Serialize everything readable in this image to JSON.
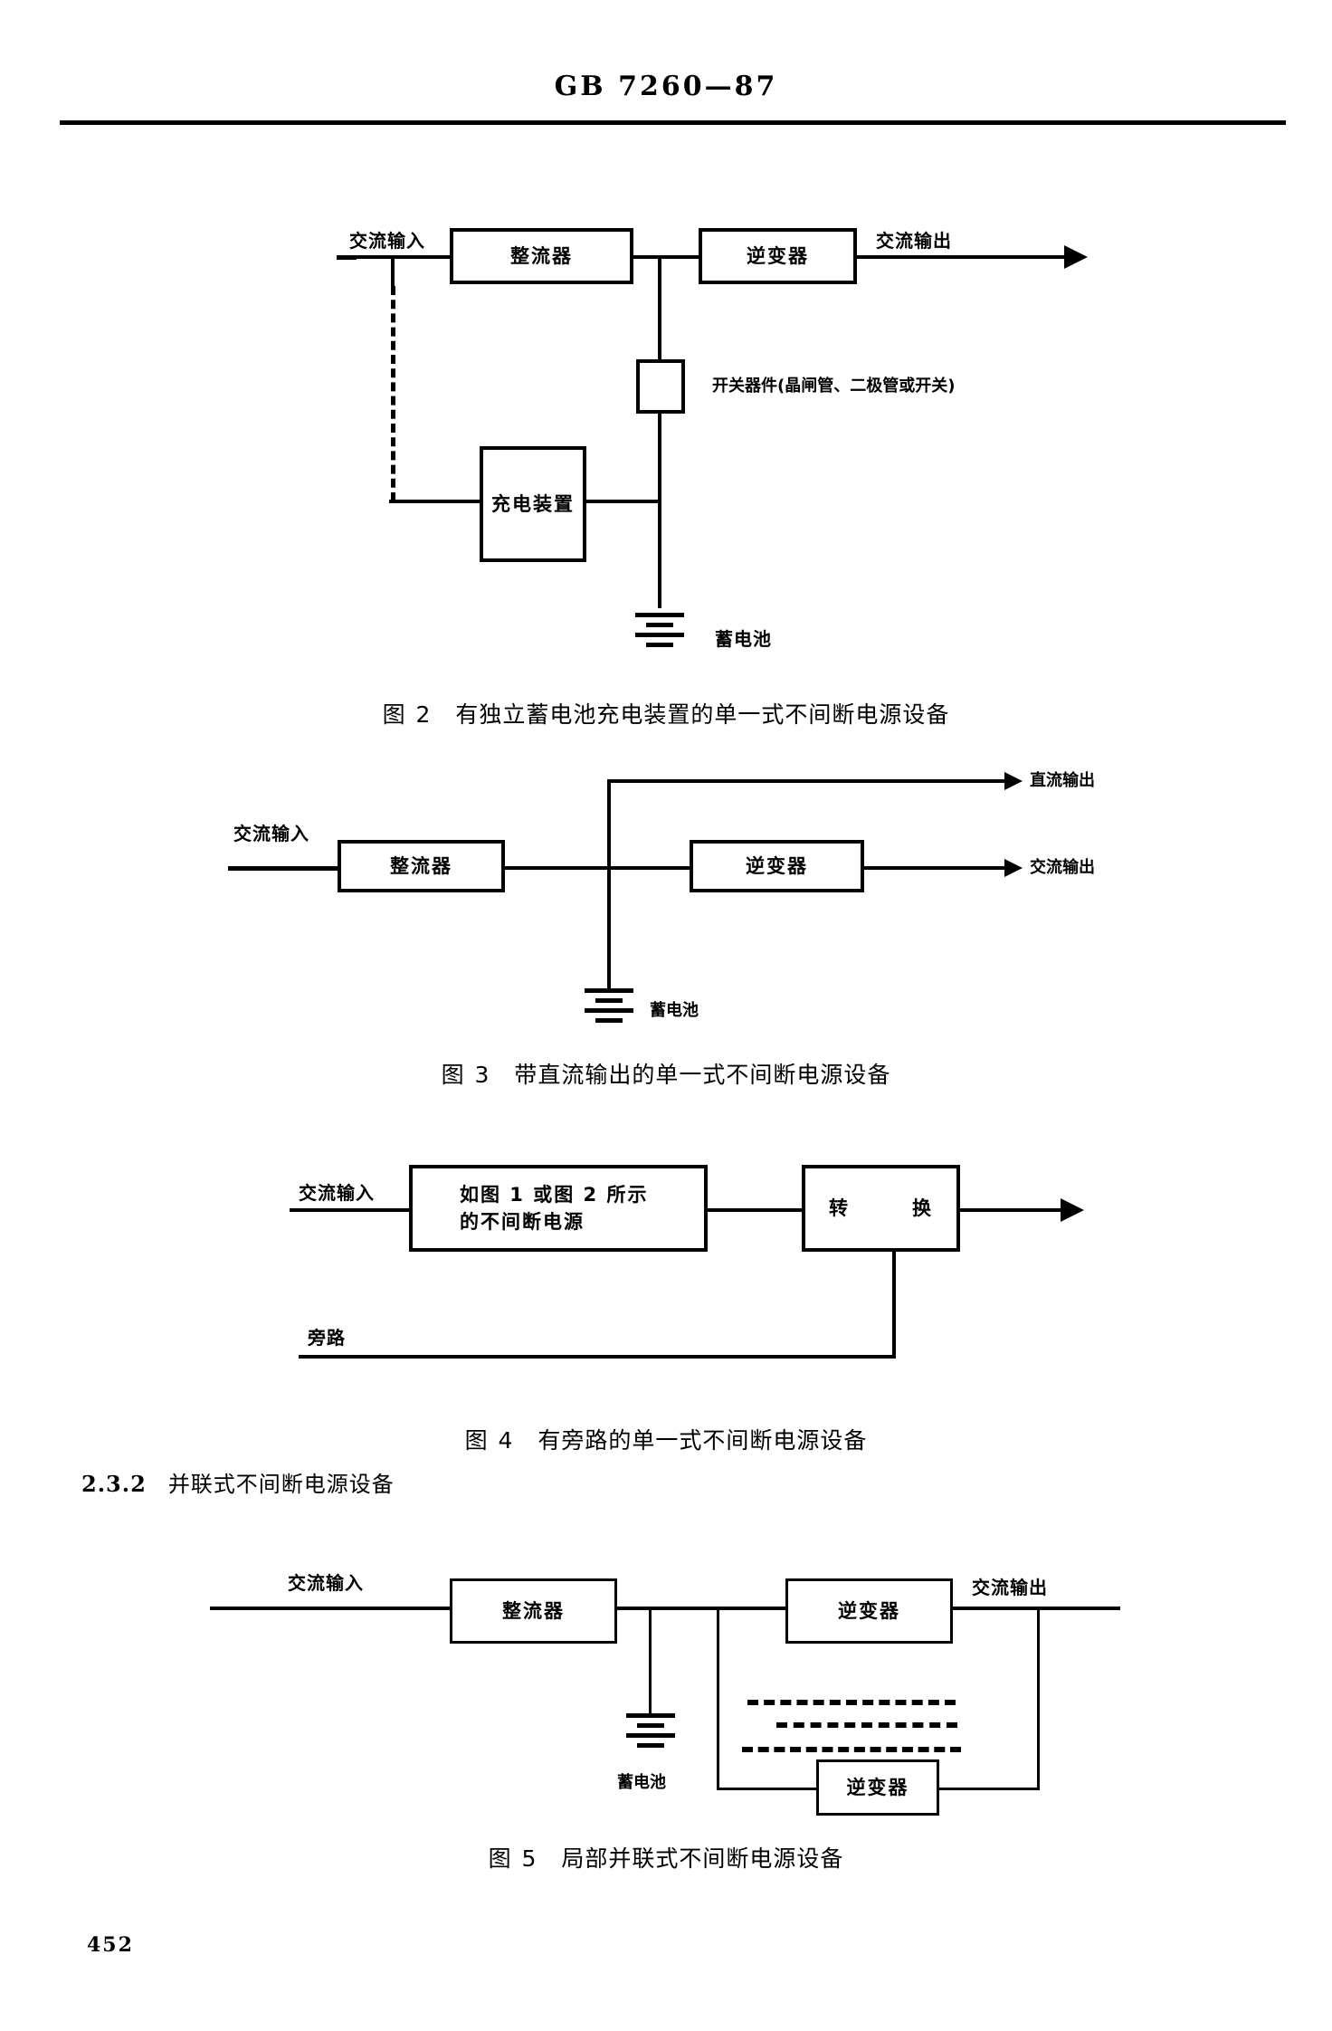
{
  "header": {
    "standard_no": "GB 7260—87"
  },
  "page": {
    "number": "452"
  },
  "figures": [
    {
      "id": "fig2",
      "caption_num": "图 2",
      "caption_text": "有独立蓄电池充电装置的单一式不间断电源设备",
      "labels": {
        "ac_input": "交流输入",
        "ac_output": "交流输出",
        "rectifier": "整流器",
        "inverter": "逆变器",
        "switch_device": "开关器件(晶闸管、二极管或开关)",
        "charger": "充电装置",
        "battery": "蓄电池"
      }
    },
    {
      "id": "fig3",
      "caption_num": "图 3",
      "caption_text": "带直流输出的单一式不间断电源设备",
      "labels": {
        "ac_input": "交流输入",
        "dc_output": "直流输出",
        "ac_output": "交流输出",
        "rectifier": "整流器",
        "inverter": "逆变器",
        "battery": "蓄电池"
      }
    },
    {
      "id": "fig4",
      "caption_num": "图 4",
      "caption_text": "有旁路的单一式不间断电源设备",
      "labels": {
        "ac_input": "交流输入",
        "ups_block_line1": "如图 1 或图 2 所示",
        "ups_block_line2": "的不间断电源",
        "transfer_left": "转",
        "transfer_right": "换",
        "bypass": "旁路"
      }
    },
    {
      "id": "fig5",
      "caption_num": "图 5",
      "caption_text": "局部并联式不间断电源设备",
      "labels": {
        "ac_input": "交流输入",
        "ac_output": "交流输出",
        "rectifier": "整流器",
        "inverter_top": "逆变器",
        "inverter_bottom": "逆变器",
        "battery": "蓄电池"
      }
    }
  ],
  "sections": [
    {
      "number": "2.3.2",
      "title": "并联式不间断电源设备"
    }
  ]
}
